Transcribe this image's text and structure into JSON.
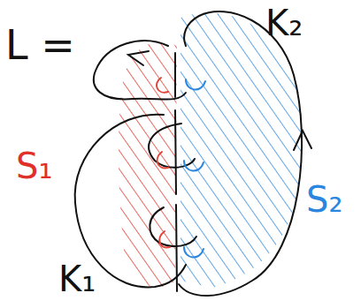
{
  "diagram": {
    "labels": [
      "L =",
      "K₂",
      "S₁",
      "S₂",
      "K₁"
    ]
  }
}
